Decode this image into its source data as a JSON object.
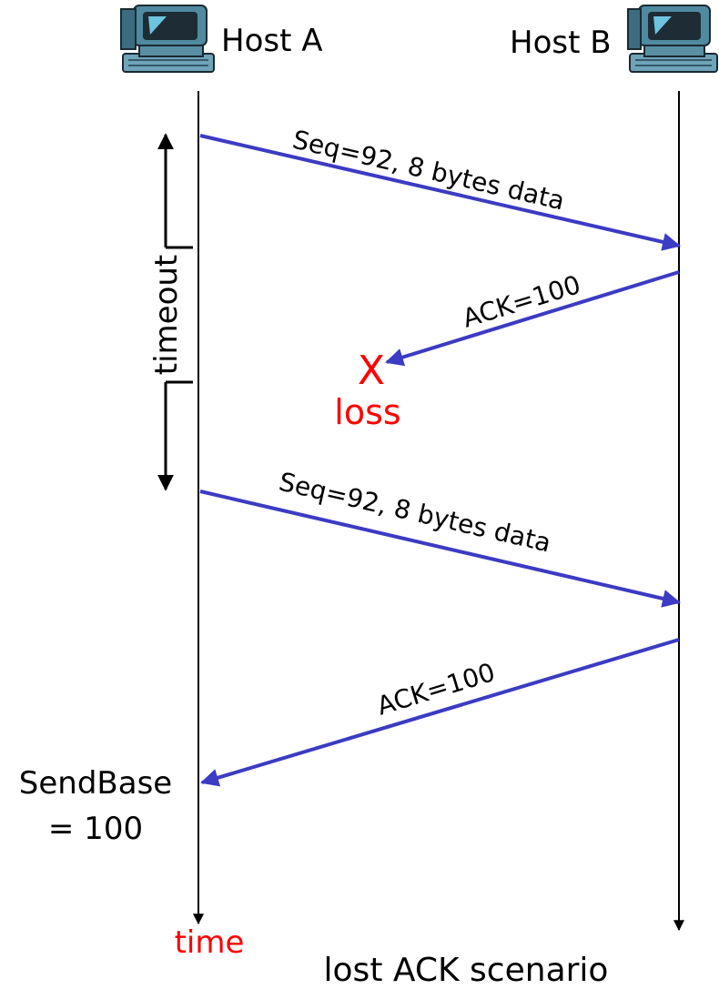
{
  "hosts": {
    "a": {
      "label": "Host A",
      "icon": "computer-icon"
    },
    "b": {
      "label": "Host B",
      "icon": "computer-icon"
    }
  },
  "messages": [
    {
      "label": "Seq=92, 8 bytes data"
    },
    {
      "label": "ACK=100"
    },
    {
      "label": "Seq=92, 8 bytes data"
    },
    {
      "label": "ACK=100"
    }
  ],
  "loss": {
    "mark": "X",
    "label": "loss"
  },
  "timeout": {
    "label": "timeout"
  },
  "send_base": {
    "line1": "SendBase",
    "line2": "= 100"
  },
  "time_label": "time",
  "caption": "lost ACK scenario",
  "colors": {
    "arrow": "#3b3bc4",
    "alert": "#ff0000",
    "line": "#000000"
  }
}
